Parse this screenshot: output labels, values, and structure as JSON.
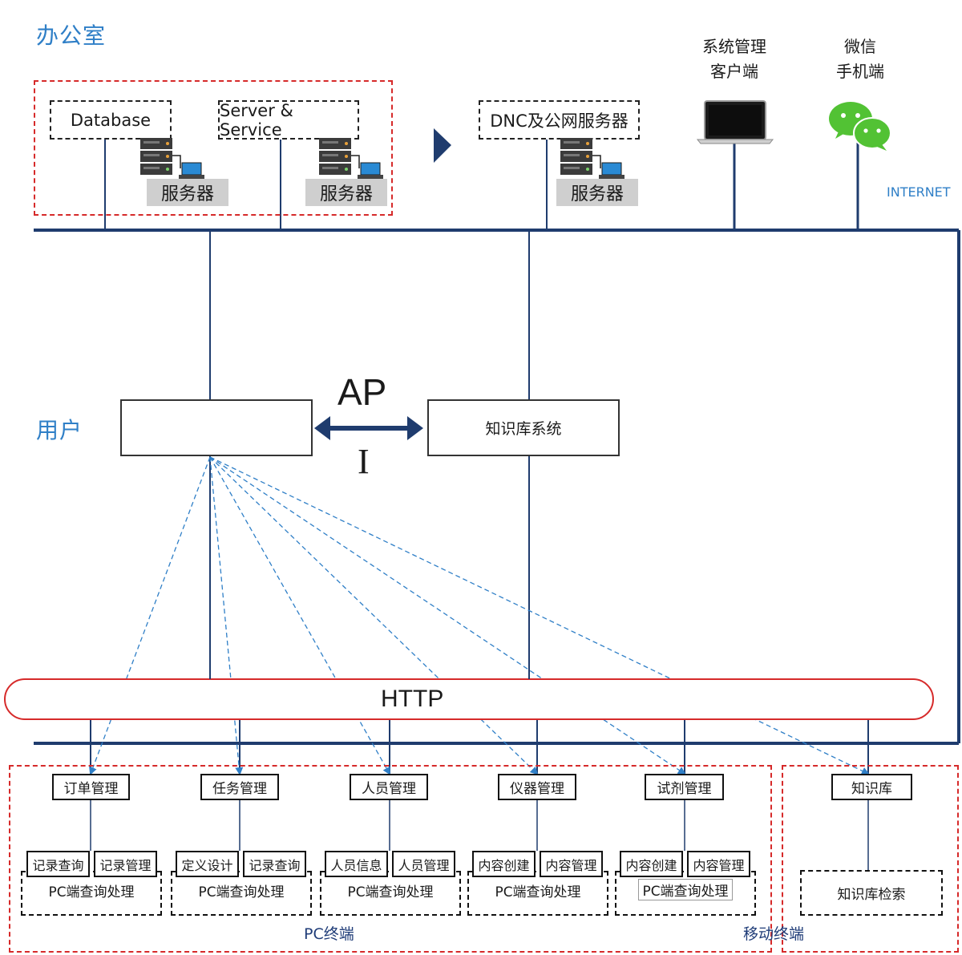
{
  "zones": {
    "office": "办公室",
    "user": "用户"
  },
  "office_servers": {
    "database": "Database",
    "server_service": "Server & Service",
    "dnc": "DNC及公网服务器",
    "server_caption": "服务器"
  },
  "clients": {
    "admin_line1": "系统管理",
    "admin_line2": "客户端",
    "wechat_line1": "微信",
    "wechat_line2": "手机端",
    "internet": "INTERNET"
  },
  "middle": {
    "user_box": "",
    "knowledge_system": "知识库系统",
    "ap": "AP",
    "i": "I"
  },
  "http": "HTTP",
  "modules": [
    {
      "name": "订单管理",
      "subs": [
        "记录查询",
        "记录管理"
      ],
      "handler": "PC端查询处理"
    },
    {
      "name": "任务管理",
      "subs": [
        "定义设计",
        "记录查询"
      ],
      "handler": "PC端查询处理"
    },
    {
      "name": "人员管理",
      "subs": [
        "人员信息",
        "人员管理"
      ],
      "handler": "PC端查询处理"
    },
    {
      "name": "仪器管理",
      "subs": [
        "内容创建",
        "内容管理"
      ],
      "handler": "PC端查询处理"
    },
    {
      "name": "试剂管理",
      "subs": [
        "内容创建",
        "内容管理"
      ],
      "handler": "PC端查询处理"
    }
  ],
  "mobile": {
    "module": "知识库",
    "handler": "知识库检索"
  },
  "footers": {
    "pc": "PC终端",
    "mobile": "移动终端"
  },
  "colors": {
    "bus": "#1f3c6e",
    "dashed_link": "#2f7fc7",
    "red_border": "#d62a2a",
    "accent_text": "#2f7fc7"
  }
}
